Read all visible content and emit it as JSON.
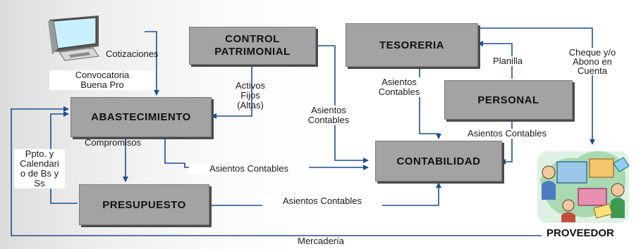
{
  "nodes": {
    "control_patrimonial": "CONTROL\nPATRIMONIAL",
    "tesoreria": "TESORERIA",
    "abastecimiento": "ABASTECIMIENTO",
    "personal": "PERSONAL",
    "contabilidad": "CONTABILIDAD",
    "presupuesto": "PRESUPUESTO",
    "proveedor": "PROVEEDOR"
  },
  "labels": {
    "cotizaciones": "Cotizaciones",
    "convocatoria": "Convocatoria\nBuena Pro",
    "activos_fijos": "Activos\nFijos\n(Altas)",
    "asientos_cp": "Asientos\nContables",
    "asientos_teso": "Asientos\nContables",
    "planilla": "Planilla",
    "cheque": "Cheque y/o\nAbono en\nCuenta",
    "asientos_personal": "Asientos Contables",
    "compromisos": "Compromisos",
    "ppto": "Ppto. y\nCalendari\no de Bs y\nSs",
    "asientos_abast": "Asientos Contables",
    "asientos_presup": "Asientos Contables",
    "mercaderia": "Mercadería"
  },
  "icons": {
    "computer": "computer-monitor-icon",
    "people": "office-people-clipart-icon"
  },
  "colors": {
    "box_fill": "#a3a3a3",
    "box_shadow": "#4b4b4b",
    "arrow": "#1f4e8c"
  }
}
